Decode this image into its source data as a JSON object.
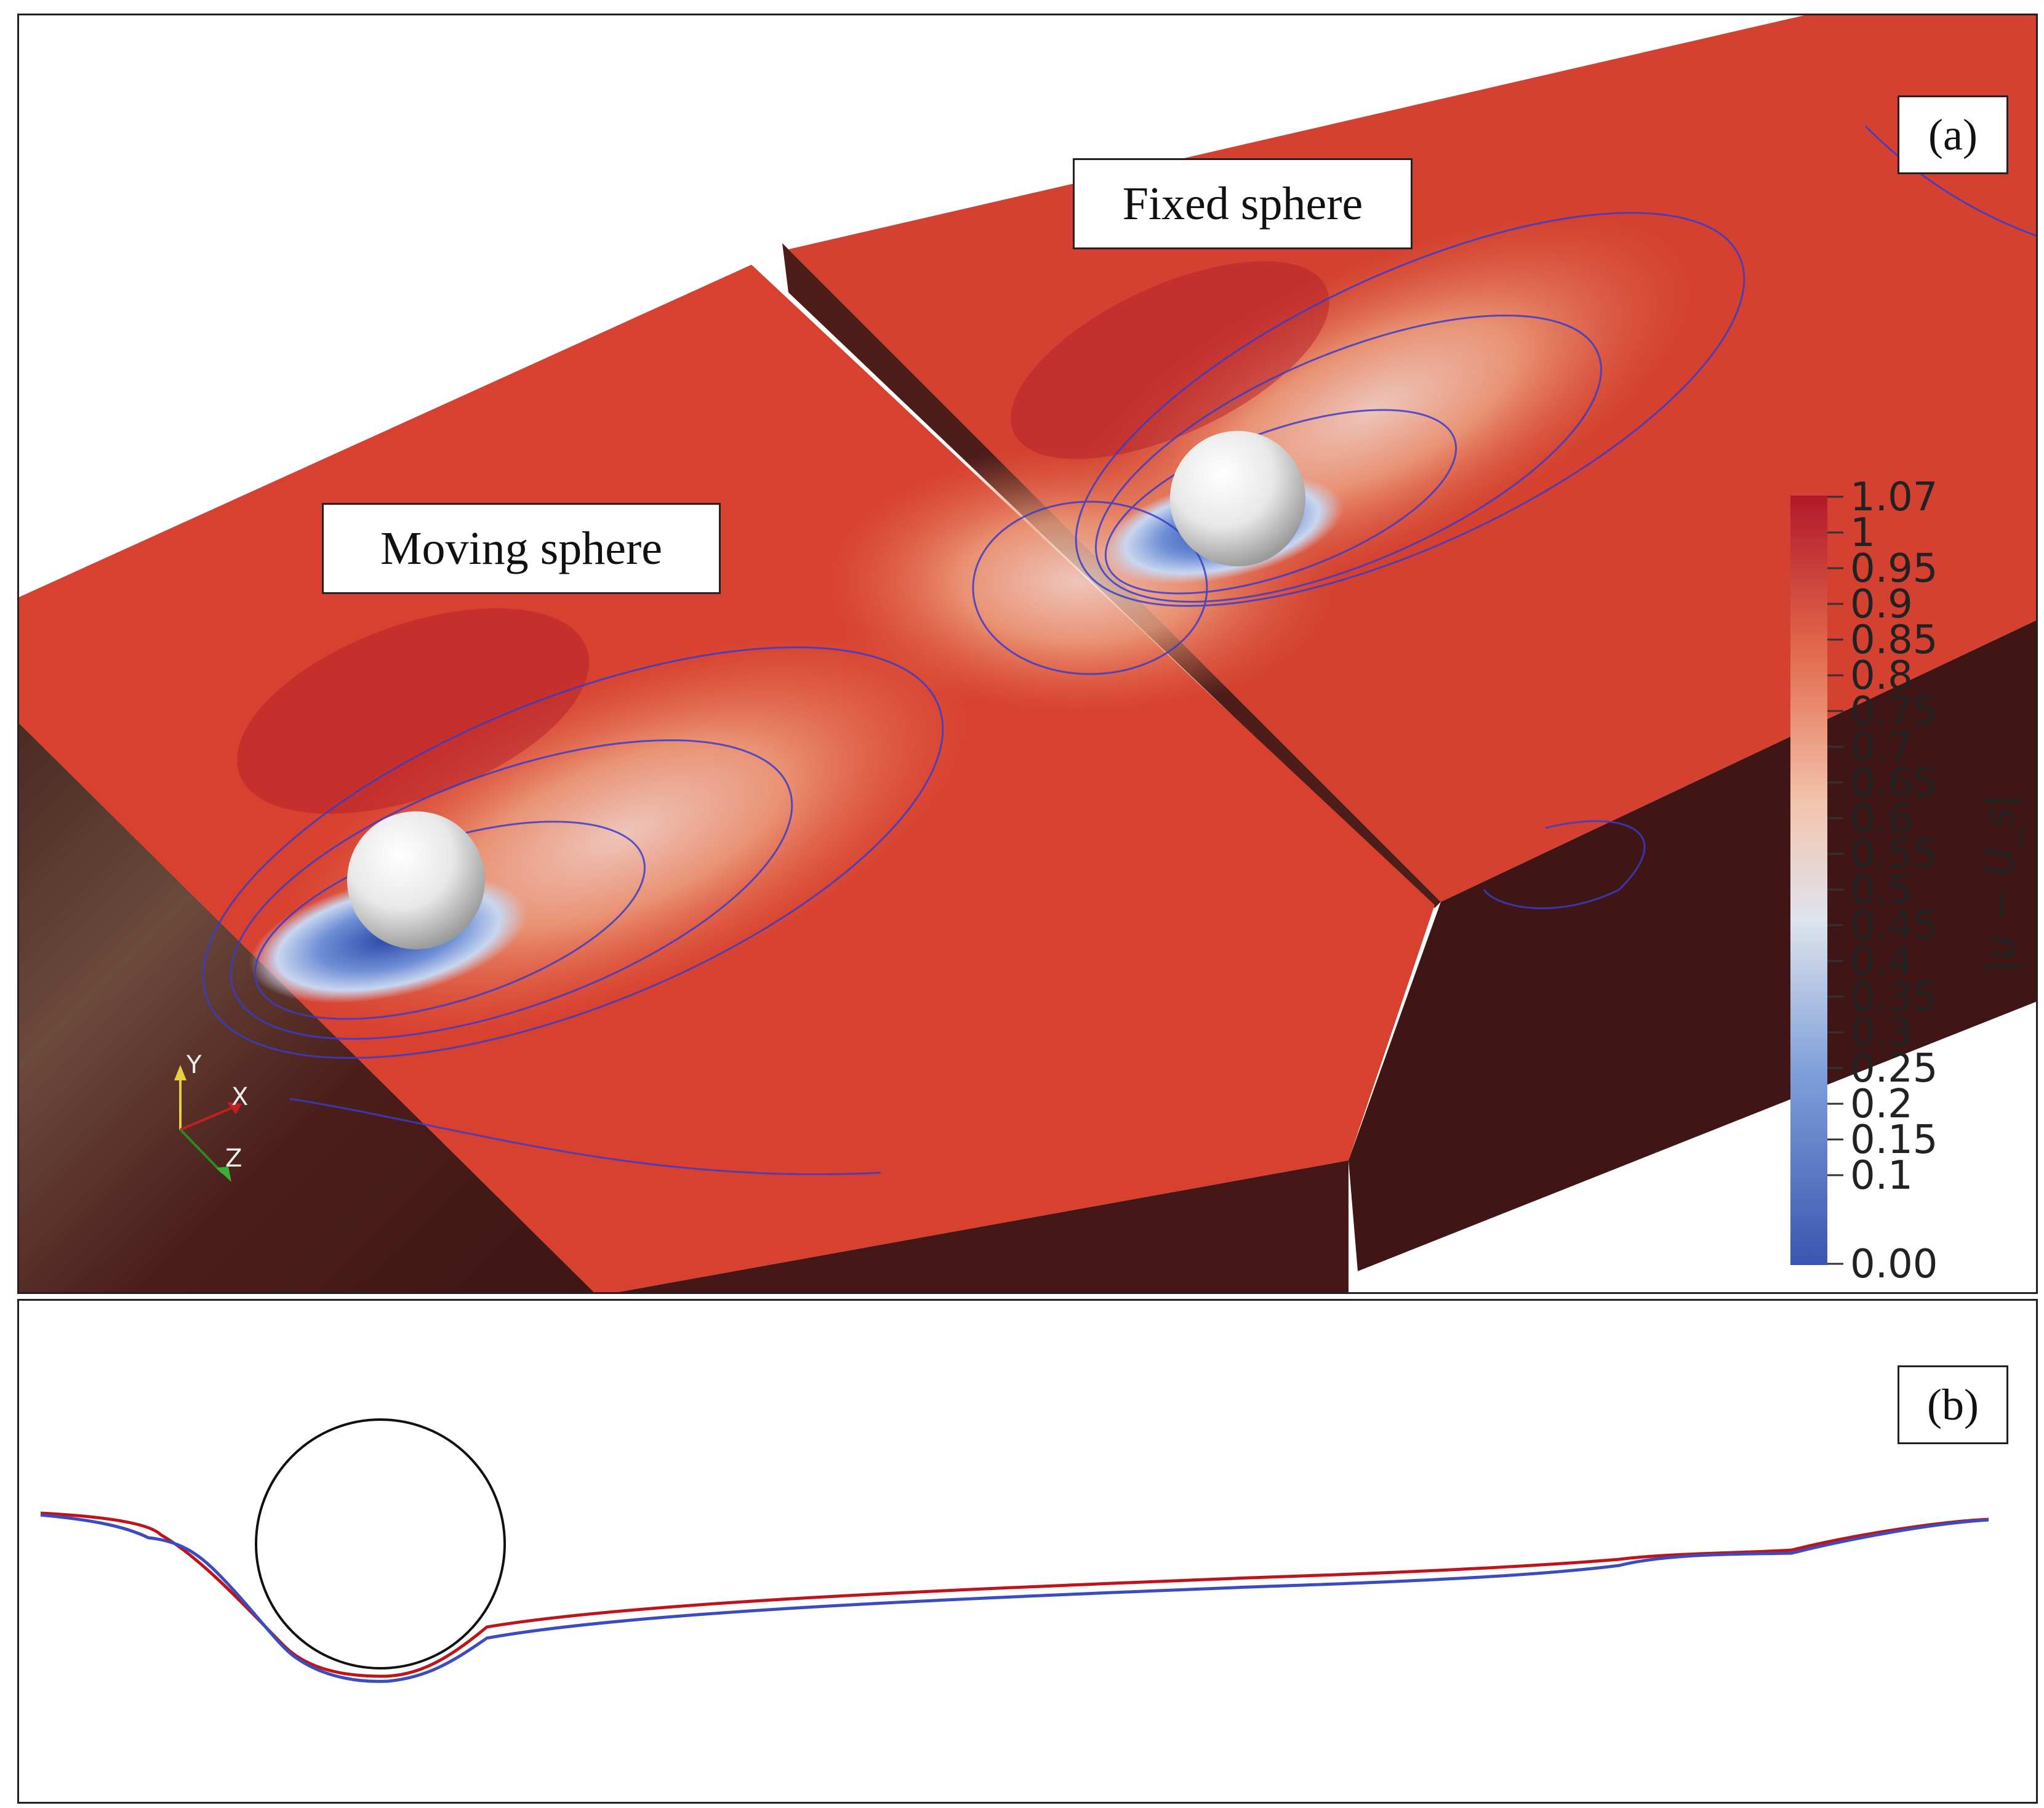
{
  "panel_a": {
    "tag": "(a)",
    "labels": {
      "fixed": "Fixed sphere",
      "moving": "Moving sphere"
    },
    "colorbar": {
      "title": "|u − U_s|",
      "ticks": [
        "1.07",
        "1",
        "0.95",
        "0.9",
        "0.85",
        "0.8",
        "0.75",
        "0.7",
        "0.65",
        "0.6",
        "0.55",
        "0.5",
        "0.45",
        "0.4",
        "0.35",
        "0.3",
        "0.25",
        "0.2",
        "0.15",
        "0.1",
        "0.00"
      ],
      "colors": {
        "high": "#b2182b",
        "mid": "#f2f2f2",
        "low": "#3a56b0"
      }
    },
    "orientation_axes": {
      "x": "X",
      "y": "Y",
      "z": "Z"
    }
  },
  "panel_b": {
    "tag": "(b)"
  },
  "colors": {
    "red_curve": "#c0141b",
    "blue_curve": "#3b4cc0",
    "surface": "#d8402f",
    "side_wall": "#4a1a18"
  }
}
